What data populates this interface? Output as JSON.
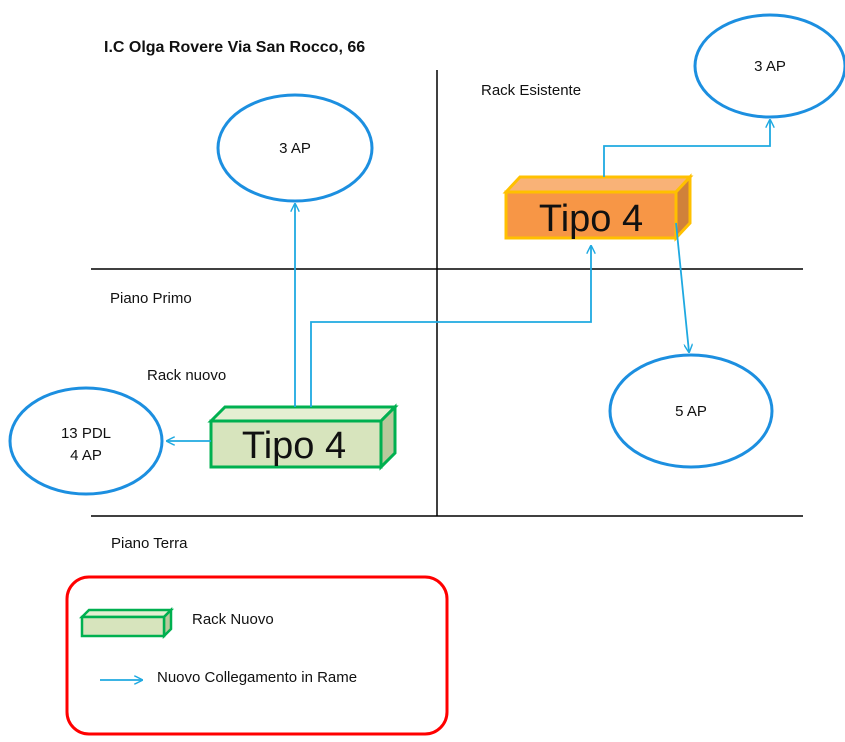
{
  "title": "I.C Olga Rovere Via San Rocco, 66",
  "labels": {
    "rack_existing": "Rack Esistente",
    "rack_new": "Rack nuovo",
    "floor_first": "Piano Primo",
    "floor_ground": "Piano Terra"
  },
  "racks": {
    "existing": {
      "label": "Tipo 4",
      "face_color": "#f79646",
      "border_color": "#ffc000"
    },
    "new": {
      "label": "Tipo 4",
      "face_color": "#d7e4bd",
      "border_color": "#00b050"
    }
  },
  "access_points": {
    "ap_top_left": {
      "text": "3 AP"
    },
    "ap_top_right": {
      "text": "3 AP"
    },
    "ap_right": {
      "text": "5 AP"
    },
    "pdl_left": {
      "line1": "13 PDL",
      "line2": "4 AP"
    }
  },
  "legend": {
    "rack_label": "Rack Nuovo",
    "link_label": "Nuovo Collegamento in Rame",
    "border_color": "#ff0000"
  },
  "colors": {
    "link": "#1fa9e1",
    "ellipse": "#1c8fe0",
    "lines": "#000000"
  }
}
